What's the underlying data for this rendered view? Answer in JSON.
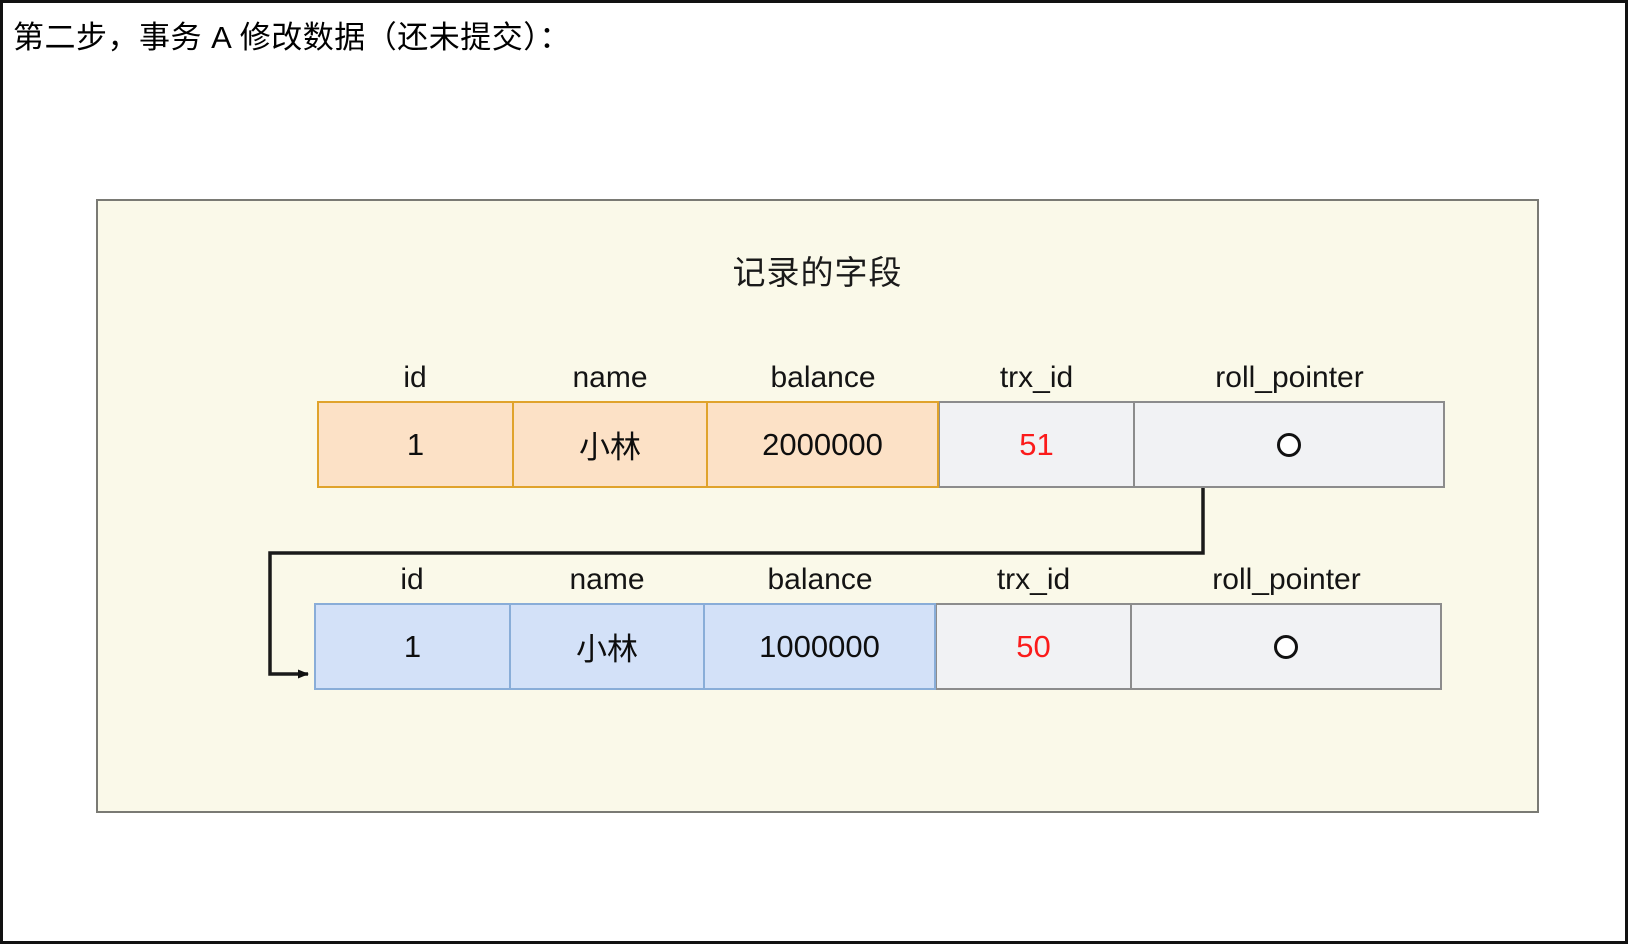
{
  "heading": "第二步，事务 A 修改数据（还未提交）：",
  "diagram": {
    "title": "记录的字段",
    "columns": [
      "id",
      "name",
      "balance",
      "trx_id",
      "roll_pointer"
    ],
    "rows": [
      {
        "name": "current-version-row",
        "style": "orange",
        "id": "1",
        "person_name": "小林",
        "balance": "2000000",
        "trx_id": "51",
        "roll_pointer": "pointer-dot"
      },
      {
        "name": "undo-log-row",
        "style": "blue",
        "id": "1",
        "person_name": "小林",
        "balance": "1000000",
        "trx_id": "50",
        "roll_pointer": "pointer-dot"
      }
    ],
    "connector": {
      "name": "roll-pointer-arrow",
      "from": "current-version-roll-pointer",
      "to": "undo-log-row"
    }
  },
  "colors": {
    "page_background": "#ffffff",
    "panel_background": "#faf9e9",
    "panel_border": "#7a7a74",
    "orange_fill": "#fce1c6",
    "orange_border": "#e0a32c",
    "blue_fill": "#d3e1f8",
    "blue_border": "#89add8",
    "gray_fill": "#f1f2f4",
    "gray_border": "#8c8c8c",
    "trx_id_text": "#fb1b1b",
    "connector_line": "#1a1a1a"
  }
}
